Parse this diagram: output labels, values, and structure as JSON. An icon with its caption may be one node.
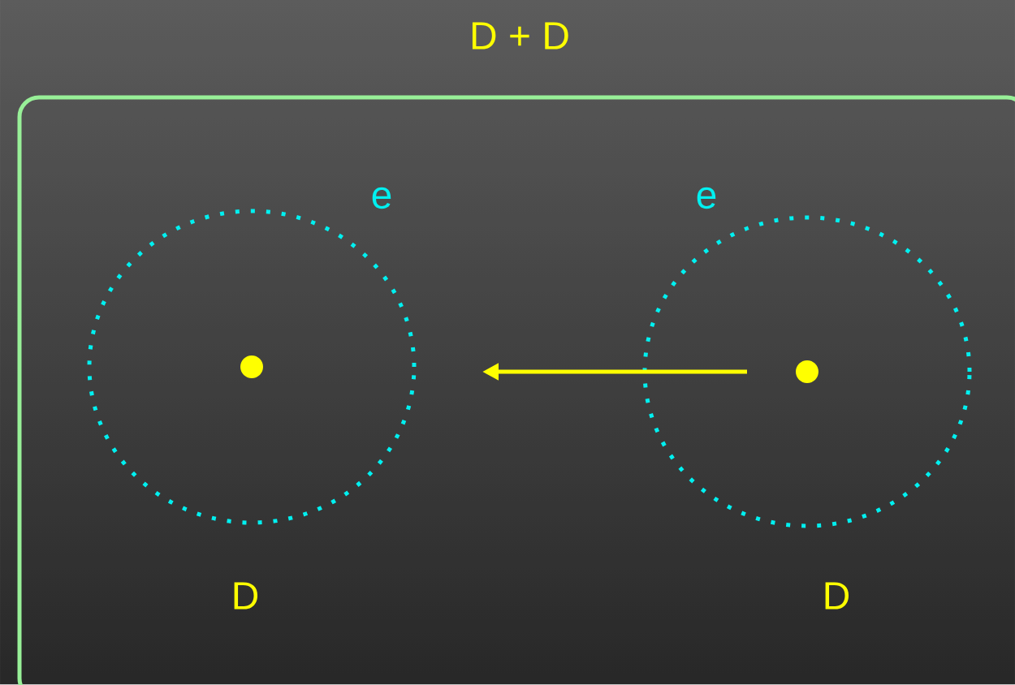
{
  "diagram": {
    "title": "D + D",
    "nodes": [
      {
        "text": [],
        "shape": "box"
      },
      {
        "text": [],
        "shape": "circle",
        "in": 0,
        "beside": [
          "e",
          "D"
        ]
      },
      {
        "text": [],
        "shape": "circle",
        "in": 0,
        "beside": [
          "e",
          "D"
        ]
      }
    ]
  }
}
